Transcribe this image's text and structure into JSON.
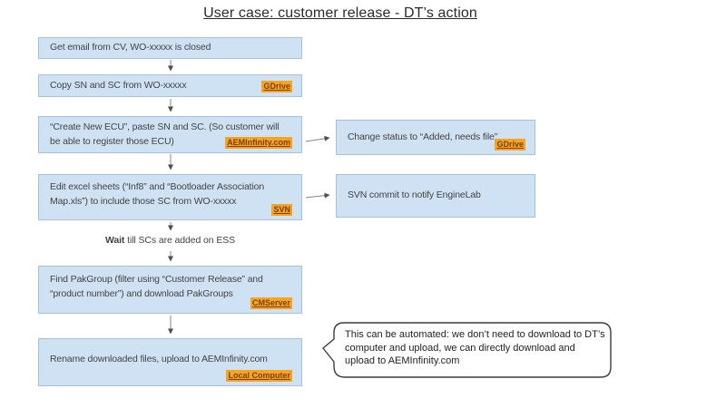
{
  "title": "User case: customer release - DT’s action",
  "colors": {
    "box_fill": "#cfe2f3",
    "box_border": "#a5c2dc",
    "tag_background": "#f7a521",
    "tag_text": "#7b3f04",
    "body_text": "#434343",
    "arrow": "#808080",
    "callout_border": "#3c3c3c"
  },
  "flow": {
    "steps": [
      {
        "label": "Get email from CV, WO-xxxxx is closed",
        "tag": ""
      },
      {
        "label": "Copy SN and SC from WO-xxxxx",
        "tag": "GDrive"
      },
      {
        "label": "“Create New ECU”, paste SN and SC. (So customer will be able to register those ECU)",
        "tag": "AEMInfinity.com"
      },
      {
        "label": "Edit excel sheets (“Inf8” and “Bootloader Association Map.xls”) to include those SC from WO-xxxxx",
        "tag": "SVN"
      },
      {
        "label": "Find PakGroup (filter using “Customer Release” and “product number”) and download PakGroups",
        "tag": "CMServer"
      },
      {
        "label": "Rename downloaded files, upload to AEMInfinity.com",
        "tag": "Local Computer"
      }
    ],
    "wait_note": {
      "bold": "Wait",
      "rest": " till SCs are added on ESS"
    },
    "side_steps": [
      {
        "label": "Change status to “Added, needs file”",
        "tag": "GDrive"
      },
      {
        "label": "SVN commit to notify EngineLab",
        "tag": ""
      }
    ],
    "callout": "This can be automated: we don’t need to download to DT’s computer and upload, we can directly download and upload to AEMInfinity.com"
  }
}
